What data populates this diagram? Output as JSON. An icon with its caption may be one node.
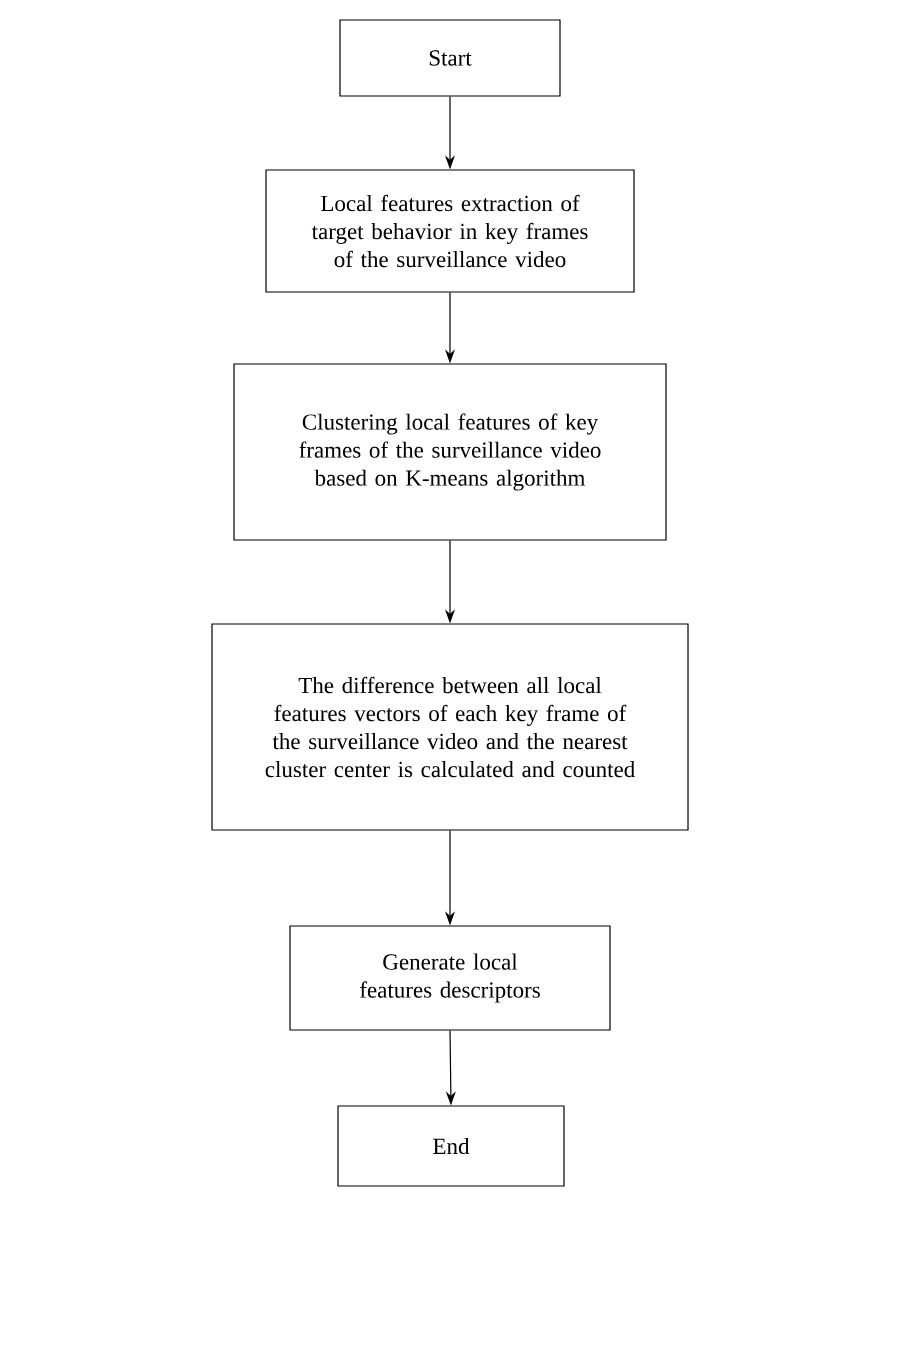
{
  "diagram": {
    "nodes": [
      {
        "text": [
          "Start"
        ]
      },
      {
        "text": [
          "Local features extraction of target behavior in key frames of the surveillance video"
        ]
      },
      {
        "text": [
          "Clustering local features of key frames of the surveillance video based on K-means algorithm"
        ]
      },
      {
        "text": [
          "The difference between all local features vectors of each key frame of the surveillance video and the nearest cluster center is calculated and counted"
        ]
      },
      {
        "text": [
          "Generate local features descriptors"
        ]
      },
      {
        "text": [
          "End"
        ]
      }
    ],
    "edges": [
      {
        "from": 0,
        "to": 1,
        "arrow": "to"
      },
      {
        "from": 1,
        "to": 2,
        "arrow": "to"
      },
      {
        "from": 2,
        "to": 3,
        "arrow": "to"
      },
      {
        "from": 3,
        "to": 4,
        "arrow": "to"
      },
      {
        "from": 4,
        "to": 5,
        "arrow": "to"
      }
    ]
  }
}
